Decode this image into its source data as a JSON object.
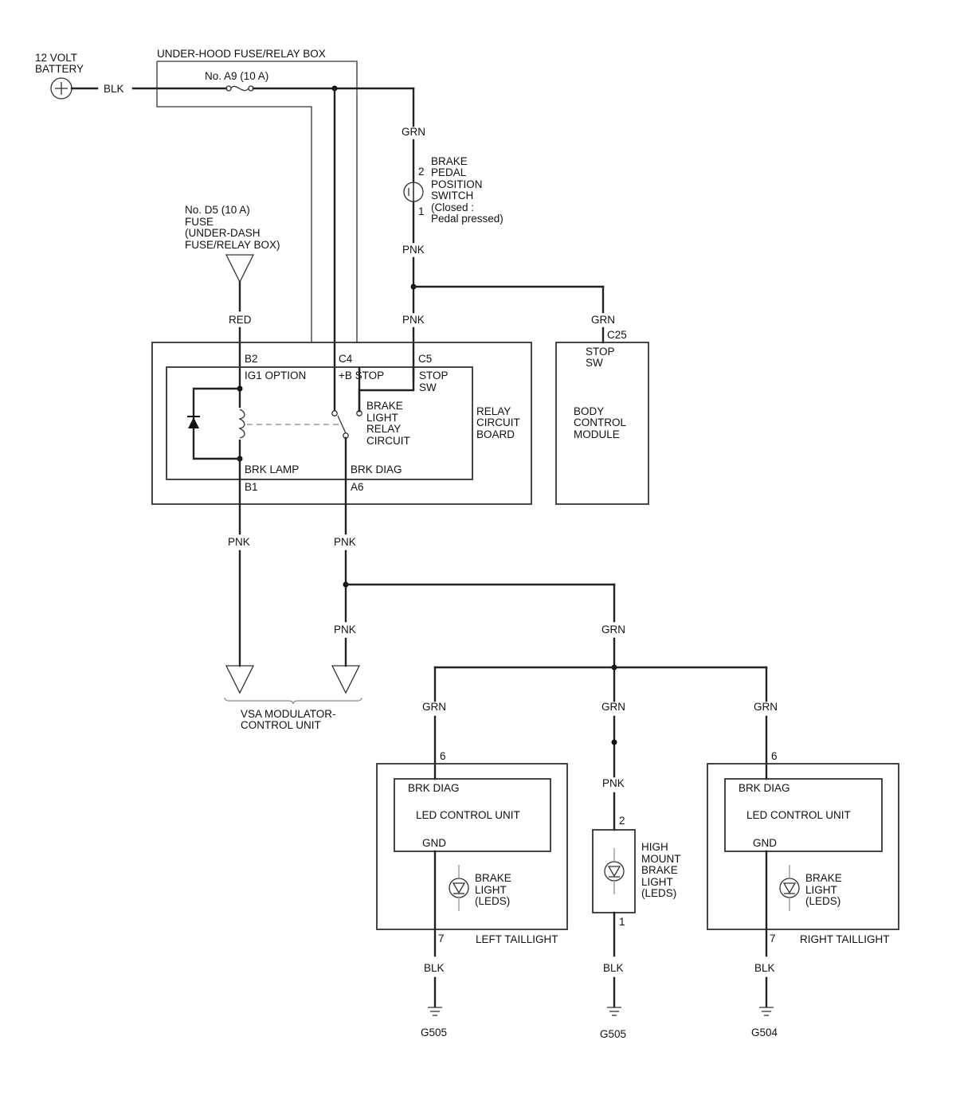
{
  "labels": {
    "battery": [
      "12 VOLT",
      "BATTERY"
    ],
    "wire_blk_batt": "BLK",
    "underhood_box": "UNDER-HOOD FUSE/RELAY BOX",
    "fuse_a9": "No. A9 (10 A)",
    "wire_grn_top": "GRN",
    "brake_switch": [
      "BRAKE",
      "PEDAL",
      "POSITION",
      "SWITCH",
      "(Closed :",
      "Pedal pressed)"
    ],
    "switch_pin2": "2",
    "switch_pin1": "1",
    "wire_pnk_sw": "PNK",
    "fuse_d5": [
      "No. D5 (10 A)",
      "FUSE",
      "(UNDER-DASH",
      "FUSE/RELAY BOX)"
    ],
    "wire_red": "RED",
    "wire_pnk_mid": "PNK",
    "wire_grn_bcm": "GRN",
    "bcm_conn": "C25",
    "bcm_stop": [
      "STOP",
      "SW"
    ],
    "bcm_name": [
      "BODY",
      "CONTROL",
      "MODULE"
    ],
    "pin_b2": "B2",
    "pin_c4": "C4",
    "pin_c5": "C5",
    "ig1_option": "IG1 OPTION",
    "b_stop": "+B STOP",
    "stop_sw": [
      "STOP",
      "SW"
    ],
    "relay_circuit": [
      "BRAKE",
      "LIGHT",
      "RELAY",
      "CIRCUIT"
    ],
    "relay_board": [
      "RELAY",
      "CIRCUIT",
      "BOARD"
    ],
    "brk_lamp": "BRK LAMP",
    "brk_diag_relay": "BRK DIAG",
    "pin_b1": "B1",
    "pin_a6": "A6",
    "wire_pnk_b1": "PNK",
    "wire_pnk_a6": "PNK",
    "wire_pnk_vsa": "PNK",
    "wire_grn_split": "GRN",
    "vsa": [
      "VSA MODULATOR-",
      "CONTROL UNIT"
    ],
    "wire_grn_left": "GRN",
    "wire_grn_center": "GRN",
    "wire_grn_right": "GRN",
    "pin_6_left": "6",
    "pin_6_right": "6",
    "led_brk_diag_left": "BRK DIAG",
    "led_unit_left": "LED CONTROL UNIT",
    "led_gnd_left": "GND",
    "brake_light_left": [
      "BRAKE",
      "LIGHT",
      "(LEDS)"
    ],
    "left_taillight": "LEFT TAILLIGHT",
    "pin_7_left": "7",
    "wire_blk_left": "BLK",
    "ground_left": "G505",
    "wire_pnk_hm": "PNK",
    "hm_pin2": "2",
    "hm_pin1": "1",
    "high_mount": [
      "HIGH",
      "MOUNT",
      "BRAKE",
      "LIGHT",
      "(LEDS)"
    ],
    "wire_blk_center": "BLK",
    "ground_center": "G505",
    "led_brk_diag_right": "BRK DIAG",
    "led_unit_right": "LED CONTROL UNIT",
    "led_gnd_right": "GND",
    "brake_light_right": [
      "BRAKE",
      "LIGHT",
      "(LEDS)"
    ],
    "right_taillight": "RIGHT TAILLIGHT",
    "pin_7_right": "7",
    "wire_blk_right": "BLK",
    "ground_right": "G504"
  }
}
